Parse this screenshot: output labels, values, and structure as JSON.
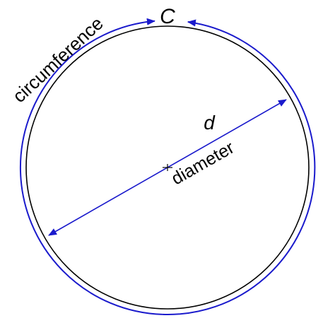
{
  "diagram": {
    "labels": {
      "circumference_symbol": "C",
      "circumference_word": "circumference",
      "diameter_symbol": "d",
      "diameter_word": "diameter"
    },
    "colors": {
      "circle": "#000000",
      "arrows": "#1a1acc",
      "text": "#000000",
      "background": "#ffffff"
    }
  }
}
